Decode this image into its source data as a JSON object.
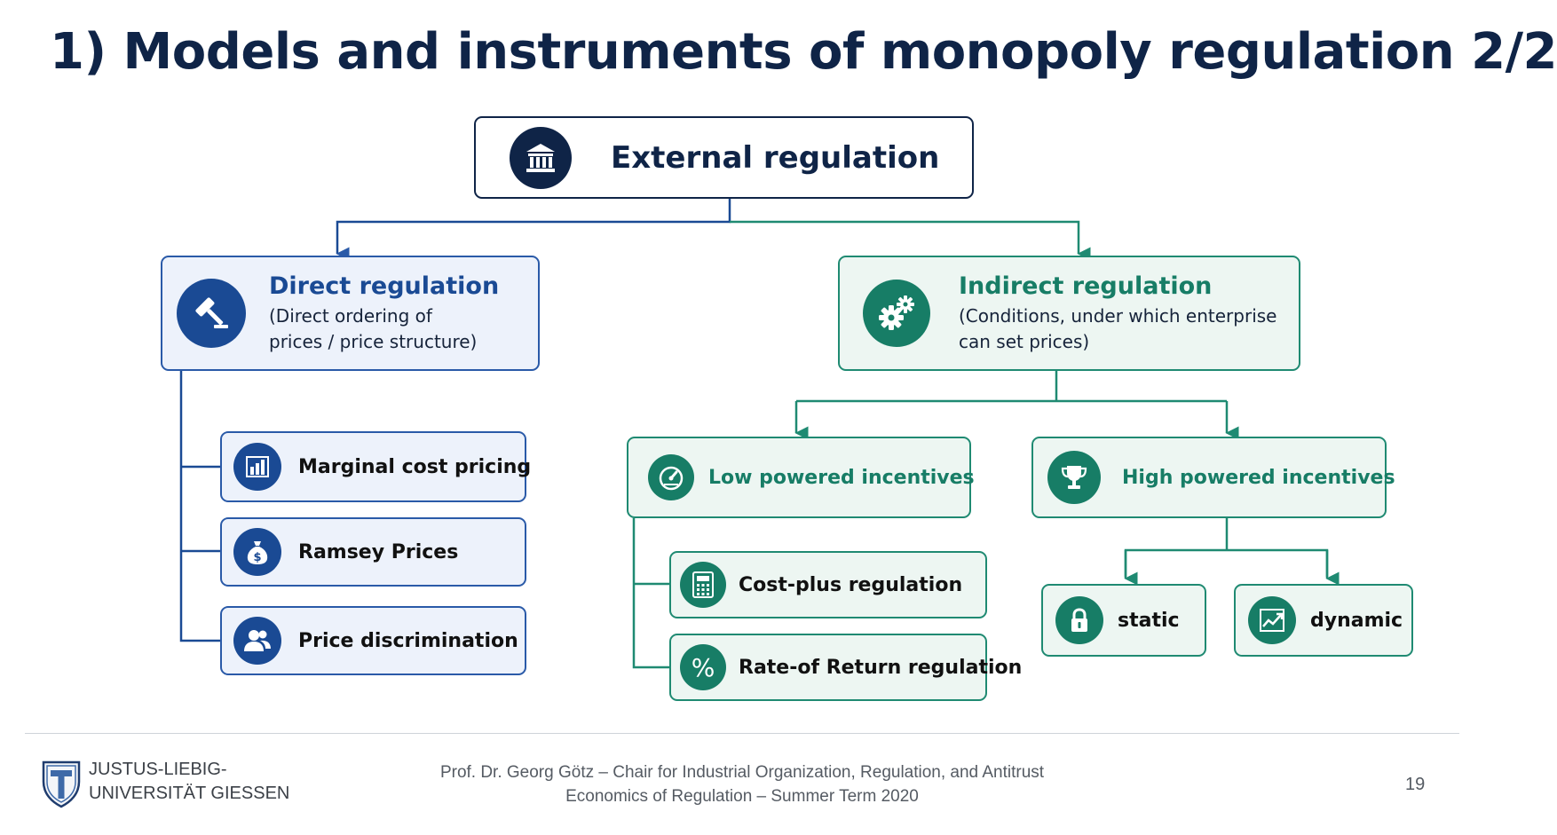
{
  "slide": {
    "title": "1) Models and instruments of monopoly regulation 2/2",
    "page_number": "19"
  },
  "diagram": {
    "root": {
      "label": "External regulation",
      "icon": "government-building-icon"
    },
    "direct": {
      "title": "Direct regulation",
      "subtitle_line1": "(Direct ordering of",
      "subtitle_line2": "prices / price structure)",
      "icon": "gavel-icon",
      "items": [
        {
          "label": "Marginal cost pricing",
          "icon": "bar-chart-icon"
        },
        {
          "label": "Ramsey Prices",
          "icon": "money-bag-icon"
        },
        {
          "label": "Price discrimination",
          "icon": "users-icon"
        }
      ]
    },
    "indirect": {
      "title": "Indirect regulation",
      "subtitle_line1": "(Conditions, under which enterprise",
      "subtitle_line2": "can set prices)",
      "icon": "gears-icon",
      "low": {
        "label": "Low powered incentives",
        "icon": "gauge-icon",
        "items": [
          {
            "label": "Cost-plus regulation",
            "icon": "calculator-icon"
          },
          {
            "label": "Rate-of Return regulation",
            "icon": "percent-icon"
          }
        ]
      },
      "high": {
        "label": "High powered incentives",
        "icon": "trophy-icon",
        "items": [
          {
            "label": "static",
            "icon": "lock-icon"
          },
          {
            "label": "dynamic",
            "icon": "trend-up-icon"
          }
        ]
      }
    }
  },
  "footer": {
    "university_line1": "JUSTUS-LIEBIG-",
    "university_line2": "UNIVERSITÄT GIESSEN",
    "credit_line1": "Prof. Dr. Georg Götz – Chair for Industrial Organization, Regulation, and Antitrust",
    "credit_line2": "Economics of Regulation – Summer Term  2020"
  },
  "colors": {
    "navy": "#0f2447",
    "blue": "#2a5aa8",
    "blue_fill": "#edf2fb",
    "teal": "#1f8a72",
    "teal_fill": "#edf6f2"
  }
}
